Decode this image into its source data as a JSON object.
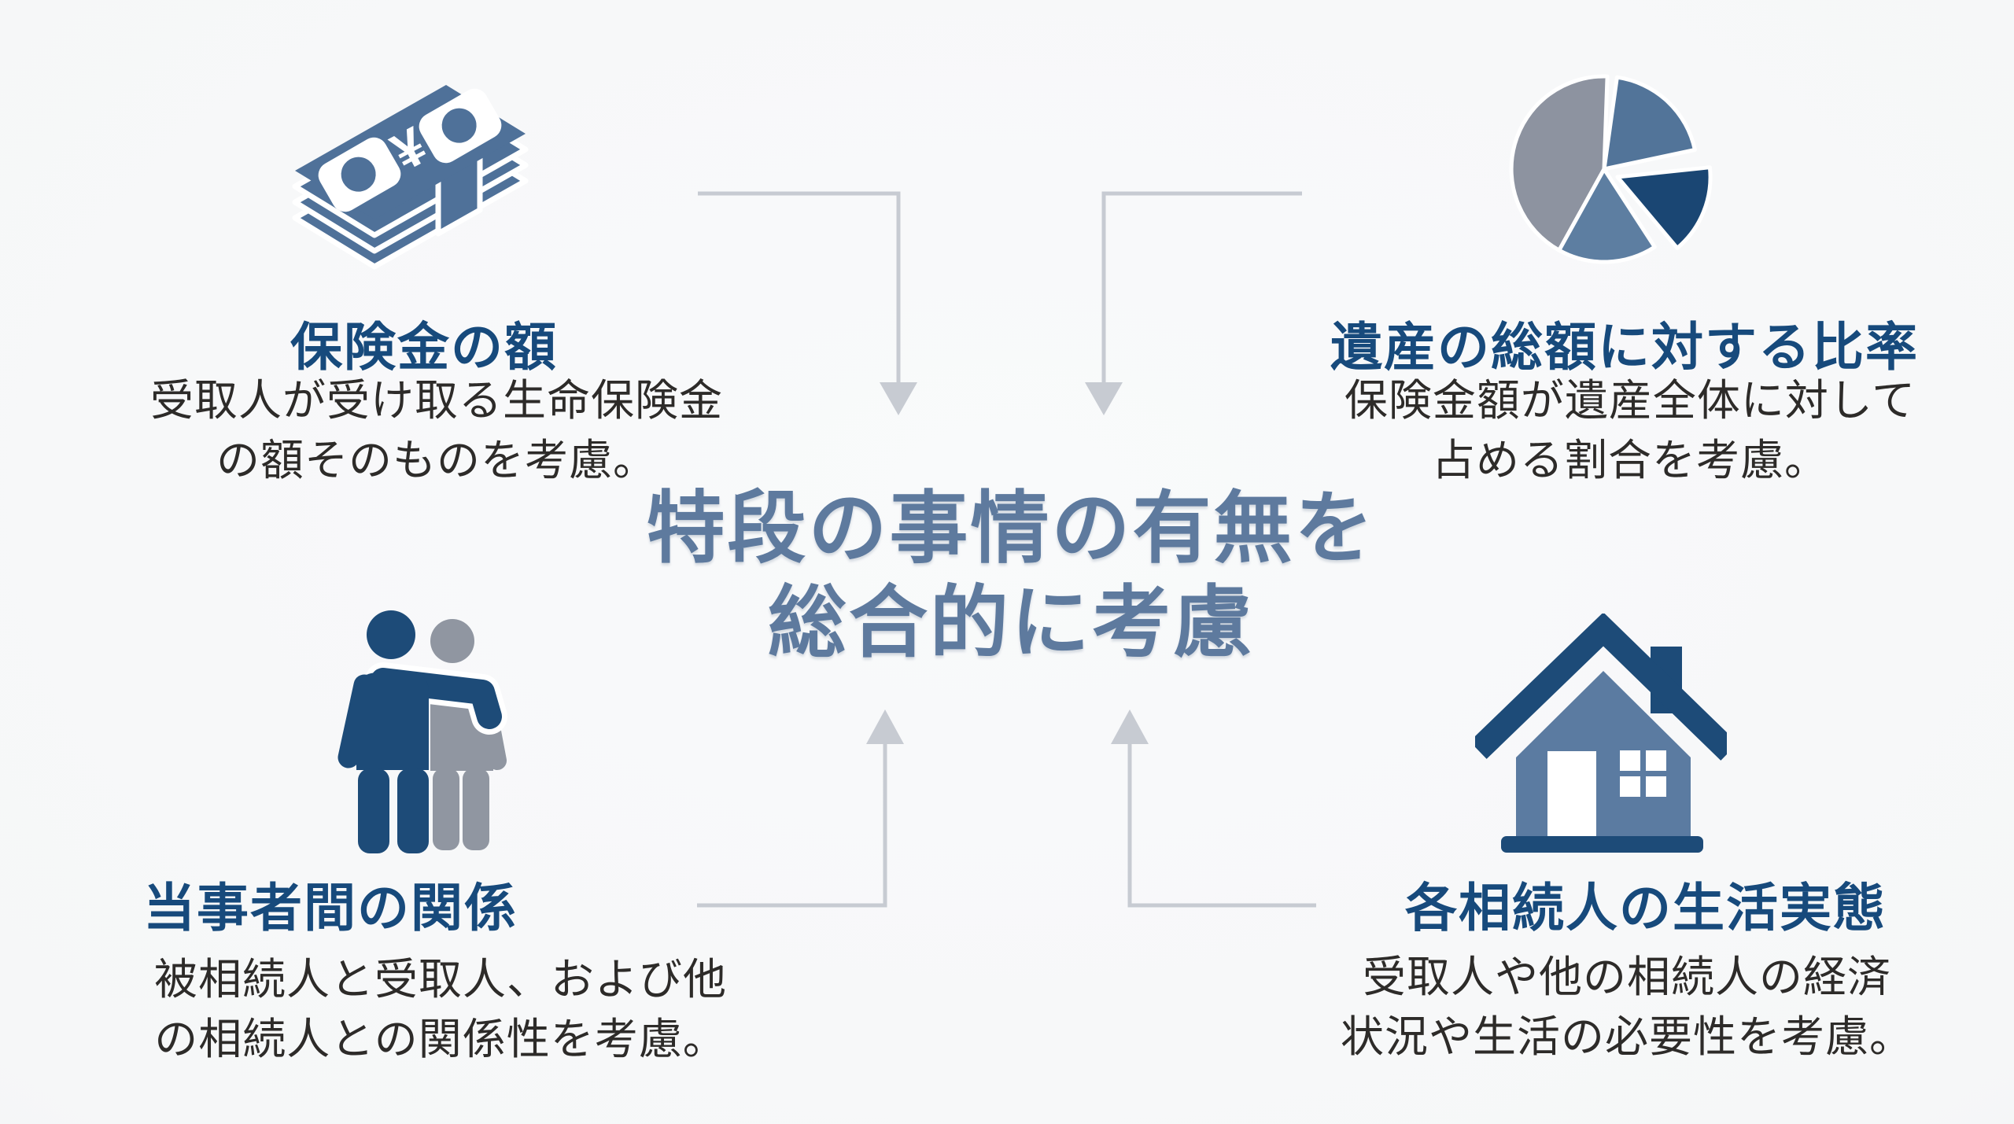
{
  "palette": {
    "title": "#174a7c",
    "body_text": "#2d2b29",
    "center_text": "#5e7a9e",
    "arrow": "#c7cbd2",
    "navy": "#1d4b78",
    "steel": "#4f7199",
    "steel_light": "#5b7ba1",
    "gray_icon": "#9096a1",
    "pie_gray": "#8d93a0",
    "pie_steel": "#527499",
    "pie_slate": "#5d7ea1",
    "pie_dark": "#1a4673",
    "background": "#f6f7f8"
  },
  "center_text": {
    "line1": "特段の事情の有無を",
    "line2": "総合的に考慮"
  },
  "quadrants": [
    {
      "position": "top-left",
      "icon": "money-stack",
      "title": "保険金の額",
      "desc_line1": "受取人が受け取る生命保険金",
      "desc_line2": "の額そのものを考慮。"
    },
    {
      "position": "top-right",
      "icon": "pie-chart",
      "title": "遺産の総額に対する比率",
      "desc_line1": "保険金額が遺産全体に対して",
      "desc_line2": "占める割合を考慮。"
    },
    {
      "position": "bottom-left",
      "icon": "two-people",
      "title": "当事者間の関係",
      "desc_line1": "被相続人と受取人、および他",
      "desc_line2": "の相続人との関係性を考慮。"
    },
    {
      "position": "bottom-right",
      "icon": "house",
      "title": "各相続人の生活実態",
      "desc_line1": "受取人や他の相続人の経済",
      "desc_line2": "状況や生活の必要性を考慮。"
    }
  ],
  "icon_symbols": {
    "yen": "¥"
  }
}
